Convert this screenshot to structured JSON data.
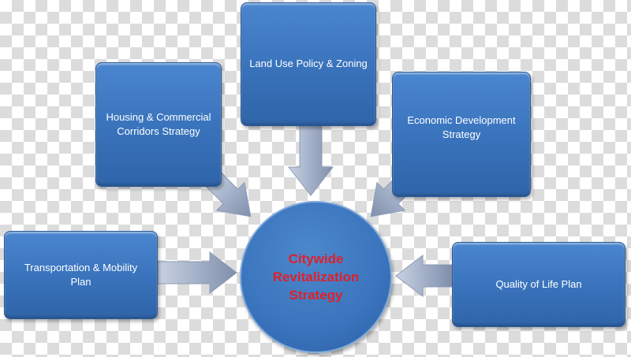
{
  "center": {
    "label": "Citywide\nRevitalization\nStrategy",
    "text_color": "#e0202a"
  },
  "boxes": {
    "housing": "Housing & Commercial\nCorridors Strategy",
    "land_use": "Land Use Policy & Zoning",
    "economic": "Economic Development\nStrategy",
    "transportation": "Transportation & Mobility\nPlan",
    "quality": "Quality of Life Plan"
  },
  "colors": {
    "box": "#3a74bd",
    "arrow": "#9aa9c4"
  }
}
